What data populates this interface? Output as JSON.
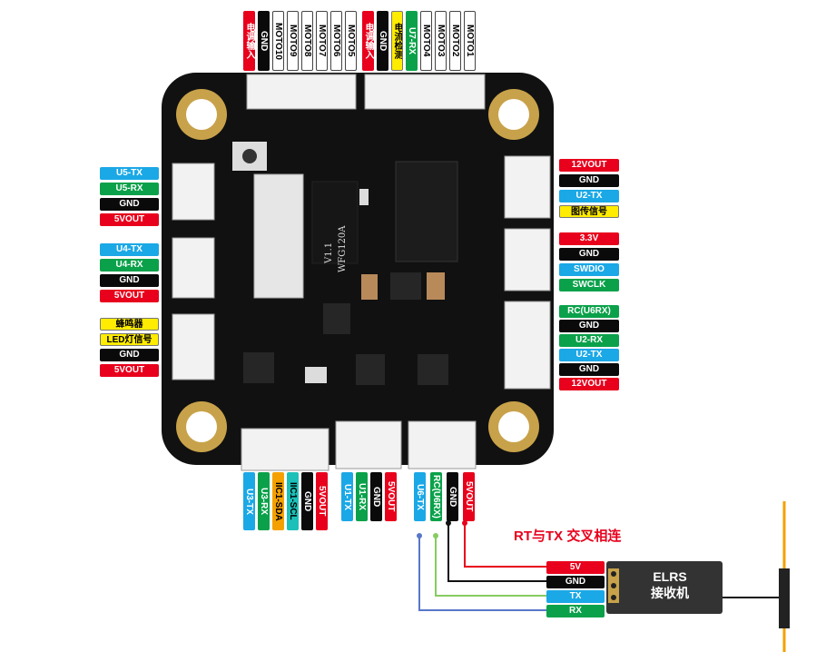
{
  "colors": {
    "red": "#e8001c",
    "black": "#0a0a0a",
    "green": "#0aa14a",
    "blue": "#1ba8e6",
    "yellow": "#ffec00",
    "board": "#111111",
    "gold": "#c8a24a"
  },
  "top_connector_left": [
    "电调输入",
    "GND",
    "MOTO10",
    "MOTO9",
    "MOTO8",
    "MOTO7",
    "MOTO6",
    "MOTO5"
  ],
  "top_connector_right": [
    "电调输入",
    "GND",
    "电流检测",
    "U7-RX",
    "MOTO4",
    "MOTO3",
    "MOTO2",
    "MOTO1"
  ],
  "left_group_1": [
    "U5-TX",
    "U5-RX",
    "GND",
    "5VOUT"
  ],
  "left_group_2": [
    "U4-TX",
    "U4-RX",
    "GND",
    "5VOUT"
  ],
  "left_group_3": [
    "蜂鸣器",
    "LED灯信号",
    "GND",
    "5VOUT"
  ],
  "right_group_1": [
    "12VOUT",
    "GND",
    "U2-TX",
    "图传信号"
  ],
  "right_group_2": [
    "3.3V",
    "GND",
    "SWDIO",
    "SWCLK"
  ],
  "right_group_3": [
    "RC(U6RX)",
    "GND",
    "U2-RX",
    "U2-TX",
    "GND",
    "12VOUT"
  ],
  "bottom_group_1": [
    "U3-TX",
    "U3-RX",
    "IIC1-SDA",
    "IIC1-SCL",
    "GND",
    "5VOUT"
  ],
  "bottom_group_2": [
    "U1-TX",
    "U1-RX",
    "GND",
    "5VOUT"
  ],
  "bottom_group_3": [
    "U6-TX",
    "RC(U6RX)",
    "GND",
    "5VOUT"
  ],
  "board_text": {
    "version": "V1.1",
    "model": "WFG120A"
  },
  "wiring": {
    "title": "RT与TX 交叉相连",
    "receiver_name_1": "ELRS",
    "receiver_name_2": "接收机",
    "pins": [
      "5V",
      "GND",
      "TX",
      "RX"
    ]
  }
}
